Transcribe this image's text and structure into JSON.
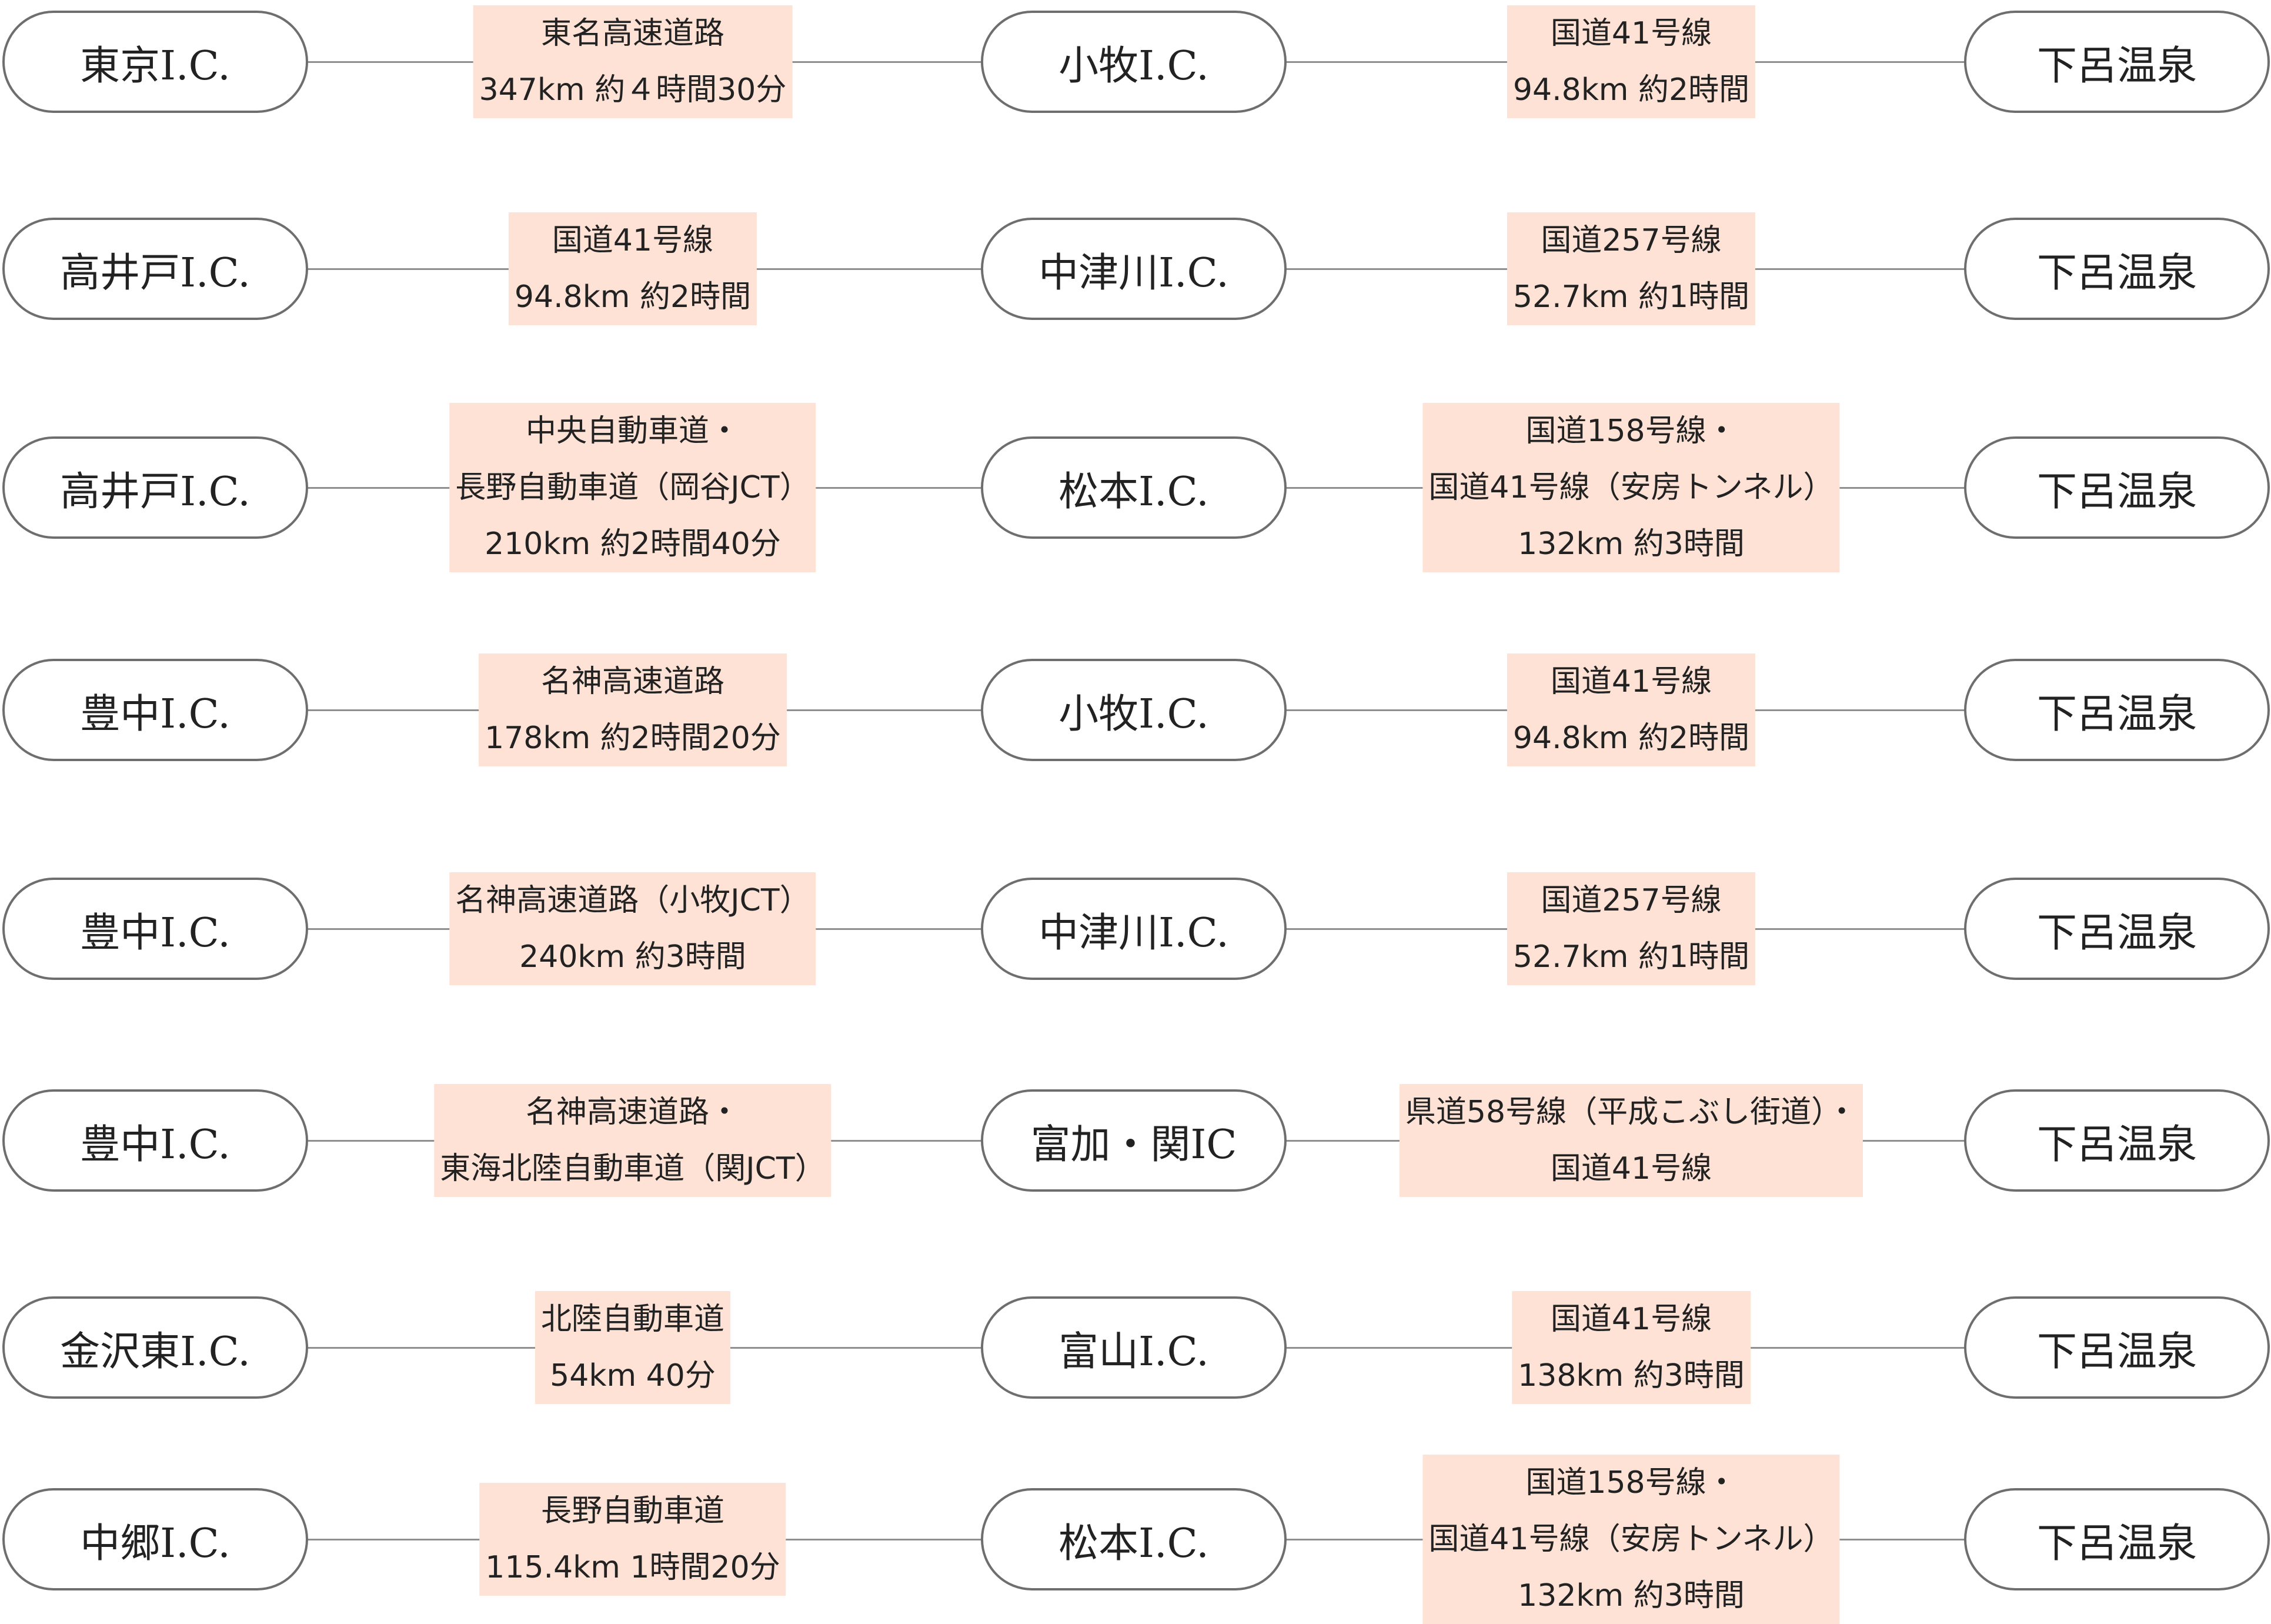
{
  "colors": {
    "node_border": "#6e6e6e",
    "connector": "#8f8f8f",
    "segment_fill": "#fde2d5",
    "text": "#222222"
  },
  "routes": [
    {
      "start": "東京I.C.",
      "seg1": [
        "東名高速道路",
        "347km 約４時間30分"
      ],
      "via": "小牧I.C.",
      "seg2": [
        "国道41号線",
        "94.8km 約2時間"
      ],
      "end": "下呂温泉"
    },
    {
      "start": "高井戸I.C.",
      "seg1": [
        "国道41号線",
        "94.8km 約2時間"
      ],
      "via": "中津川I.C.",
      "seg2": [
        "国道257号線",
        "52.7km 約1時間"
      ],
      "end": "下呂温泉"
    },
    {
      "start": "高井戸I.C.",
      "seg1": [
        "中央自動車道・",
        "長野自動車道（岡谷JCT）",
        "210km 約2時間40分"
      ],
      "via": "松本I.C.",
      "seg2": [
        "国道158号線・",
        "国道41号線（安房トンネル）",
        "132km 約3時間"
      ],
      "end": "下呂温泉"
    },
    {
      "start": "豊中I.C.",
      "seg1": [
        "名神高速道路",
        "178km 約2時間20分"
      ],
      "via": "小牧I.C.",
      "seg2": [
        "国道41号線",
        "94.8km 約2時間"
      ],
      "end": "下呂温泉"
    },
    {
      "start": "豊中I.C.",
      "seg1": [
        "名神高速道路（小牧JCT）",
        "240km 約3時間"
      ],
      "via": "中津川I.C.",
      "seg2": [
        "国道257号線",
        "52.7km 約1時間"
      ],
      "end": "下呂温泉"
    },
    {
      "start": "豊中I.C.",
      "seg1": [
        "名神高速道路・",
        "東海北陸自動車道（関JCT）"
      ],
      "via": "富加・関IC",
      "seg2": [
        "県道58号線（平成こぶし街道）・",
        "国道41号線"
      ],
      "end": "下呂温泉"
    },
    {
      "start": "金沢東I.C.",
      "seg1": [
        "北陸自動車道",
        "54km 40分"
      ],
      "via": "富山I.C.",
      "seg2": [
        "国道41号線",
        "138km 約3時間"
      ],
      "end": "下呂温泉"
    },
    {
      "start": "中郷I.C.",
      "seg1": [
        "長野自動車道",
        "115.4km 1時間20分"
      ],
      "via": "松本I.C.",
      "seg2": [
        "国道158号線・",
        "国道41号線（安房トンネル）",
        "132km 約3時間"
      ],
      "end": "下呂温泉"
    }
  ]
}
